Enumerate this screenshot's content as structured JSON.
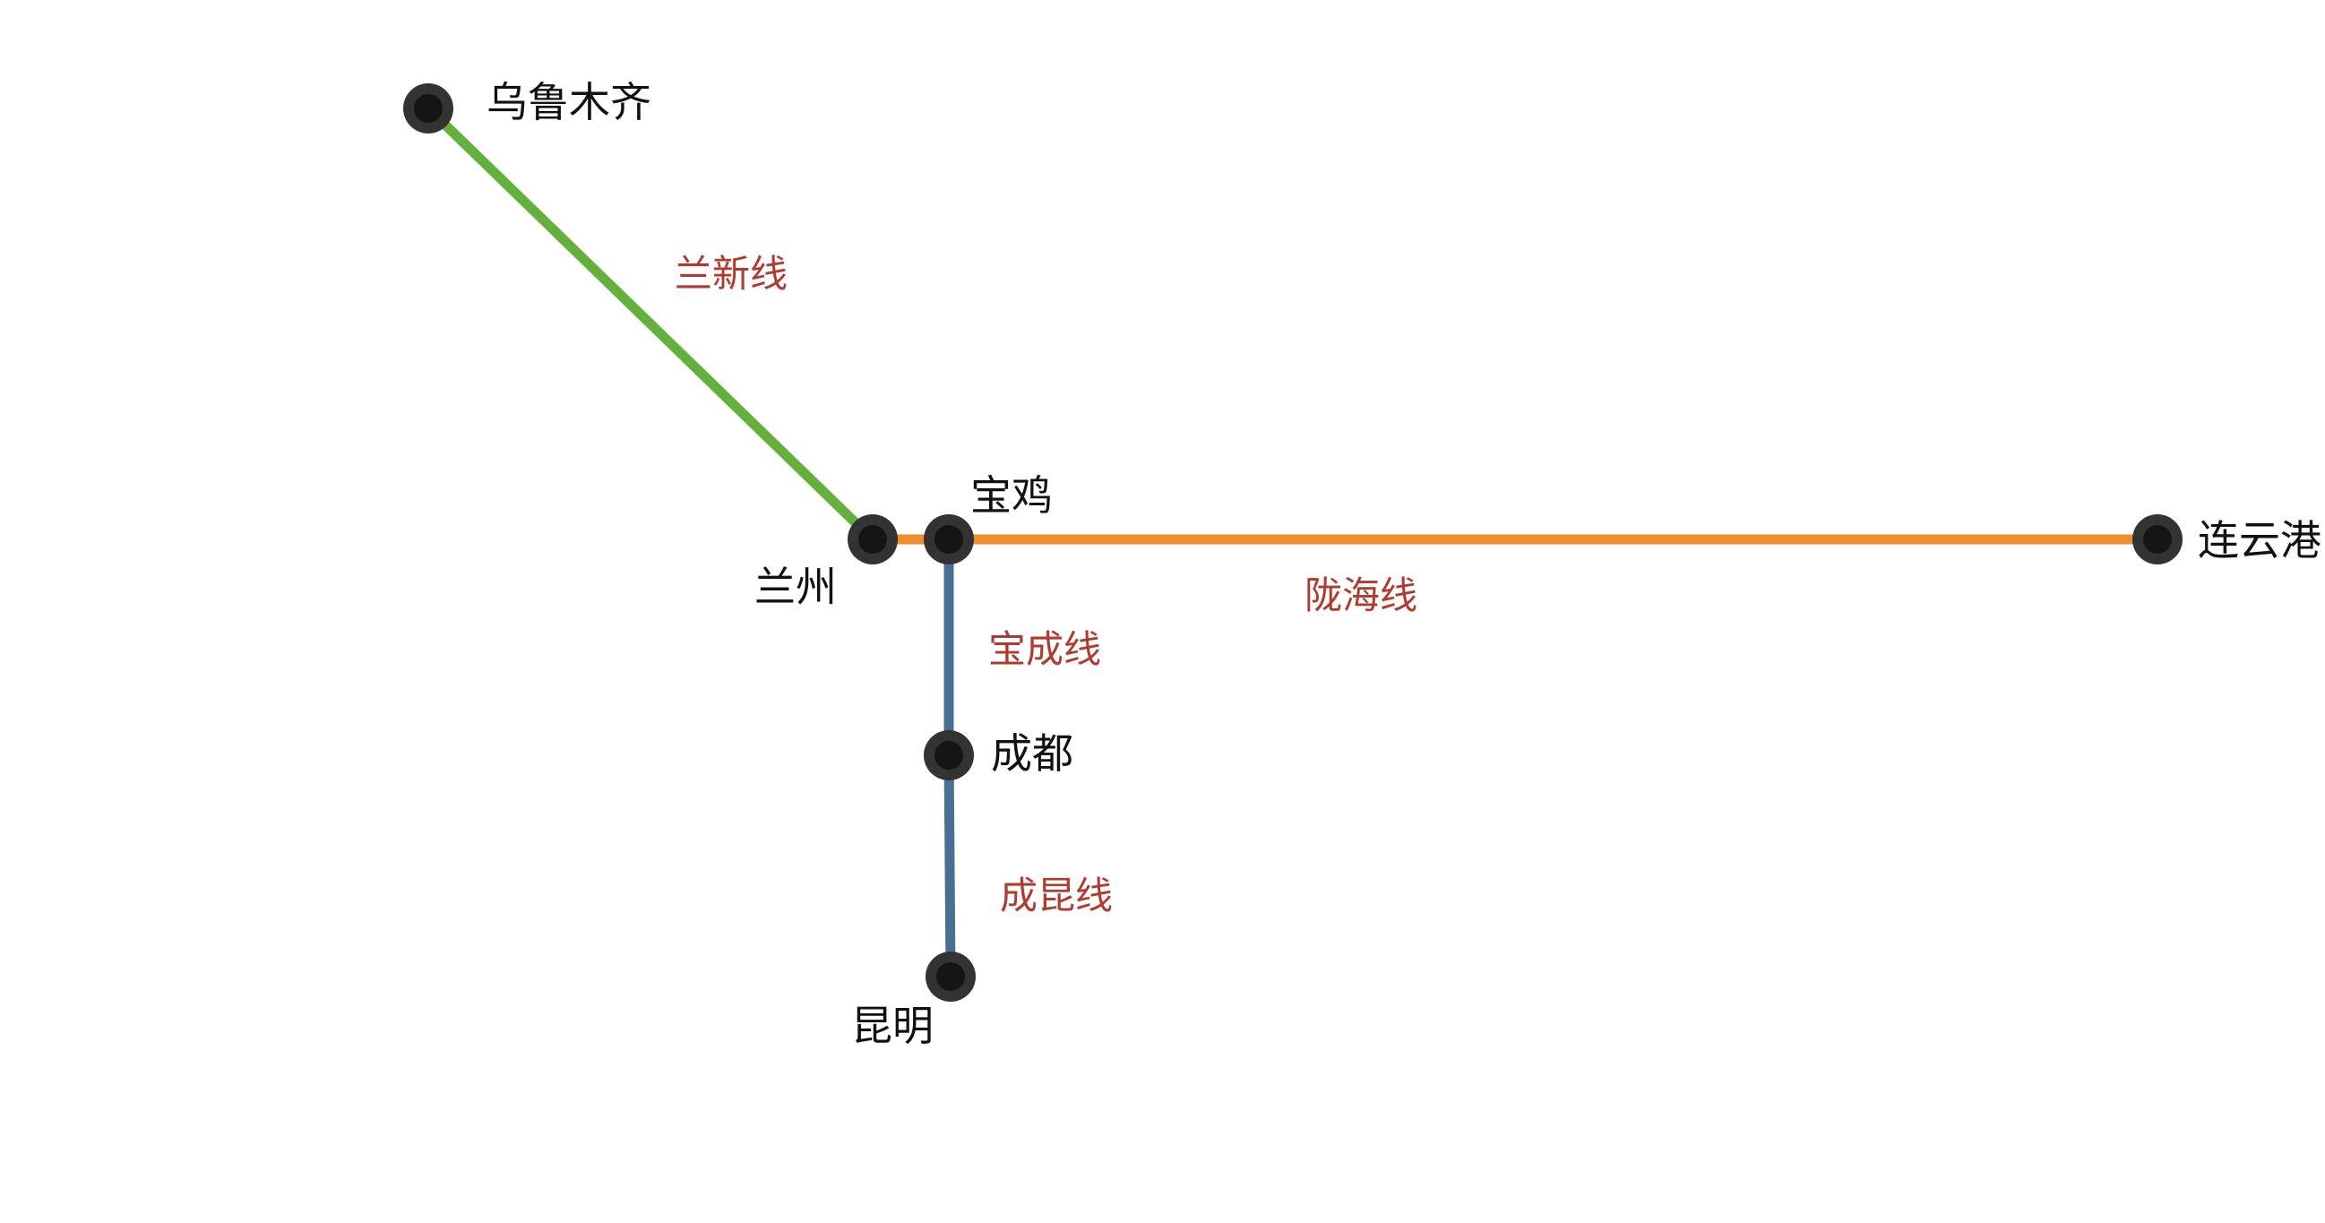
{
  "map": {
    "stations": [
      {
        "id": "urumqi",
        "name": "乌鲁木齐"
      },
      {
        "id": "lanzhou",
        "name": "兰州"
      },
      {
        "id": "baoji",
        "name": "宝鸡"
      },
      {
        "id": "lianyungang",
        "name": "连云港"
      },
      {
        "id": "chengdu",
        "name": "成都"
      },
      {
        "id": "kunming",
        "name": "昆明"
      }
    ],
    "lines": [
      {
        "name": "兰新线",
        "from": "urumqi",
        "to": "lanzhou",
        "color": "#63b13c"
      },
      {
        "name": "陇海线",
        "from": "lanzhou",
        "to": "lianyungang",
        "color": "#f08d2c"
      },
      {
        "name": "宝成线",
        "from": "baoji",
        "to": "chengdu",
        "color": "#4a6f94"
      },
      {
        "name": "成昆线",
        "from": "chengdu",
        "to": "kunming",
        "color": "#4a6f94"
      }
    ],
    "colors": {
      "station_outer": "#333333",
      "station_inner": "#151515",
      "line_label": "#b03a2e"
    }
  }
}
